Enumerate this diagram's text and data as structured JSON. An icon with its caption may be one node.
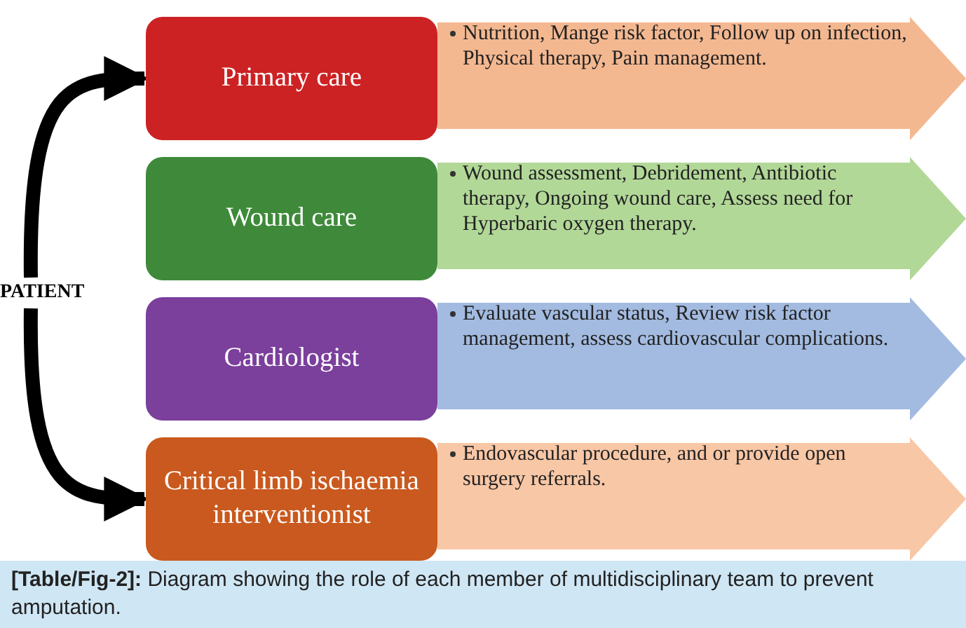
{
  "diagram": {
    "caption": "**[Table/Fig-2]:** Diagram showing the role of each member of multidisciplinary team to prevent amputation.",
    "nodes": [
      {
        "text": [
          "Primary care"
        ]
      },
      {
        "text": [
          "Nutrition, Mange risk factor, Follow up on infection, Physical therapy, Pain management."
        ]
      },
      {
        "text": [
          "Wound care"
        ]
      },
      {
        "text": [
          "Wound assessment, Debridement, Antibiotic therapy, Ongoing wound care, Assess need for Hyperbaric oxygen therapy."
        ]
      },
      {
        "text": [
          "Cardiologist"
        ]
      },
      {
        "text": [
          "Evaluate vascular status, Review risk factor management, assess cardiovascular complications."
        ]
      },
      {
        "text": [
          "Critical limb ischaemia interventionist"
        ]
      },
      {
        "text": [
          "Endovascular procedure, and or provide open surgery referrals."
        ]
      },
      {
        "text": [
          "PATIENT"
        ]
      }
    ],
    "edges": [
      {
        "from": 8,
        "to": 0,
        "arrow": "to"
      },
      {
        "from": 8,
        "to": 6,
        "arrow": "to"
      }
    ]
  }
}
